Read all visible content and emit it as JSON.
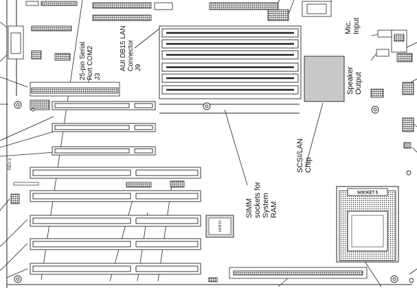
{
  "callouts": {
    "serial_port": [
      "25-pin Serial",
      "Port COM2",
      "J3"
    ],
    "lan_connector": [
      "AUI DB15 LAN",
      "Connector",
      "J9"
    ],
    "mic_input": [
      "Mic.",
      "Input"
    ],
    "speaker_output": [
      "Speaker",
      "Output"
    ],
    "scsi_chip": [
      "SCSI/LAN",
      "Chip"
    ],
    "simm_sockets": [
      "SIMM",
      "sockets for",
      "System",
      "RAM"
    ]
  },
  "chip_labels": {
    "socket": "SOCKET 5",
    "flash": "FLASH",
    "rev": "REV 2"
  }
}
